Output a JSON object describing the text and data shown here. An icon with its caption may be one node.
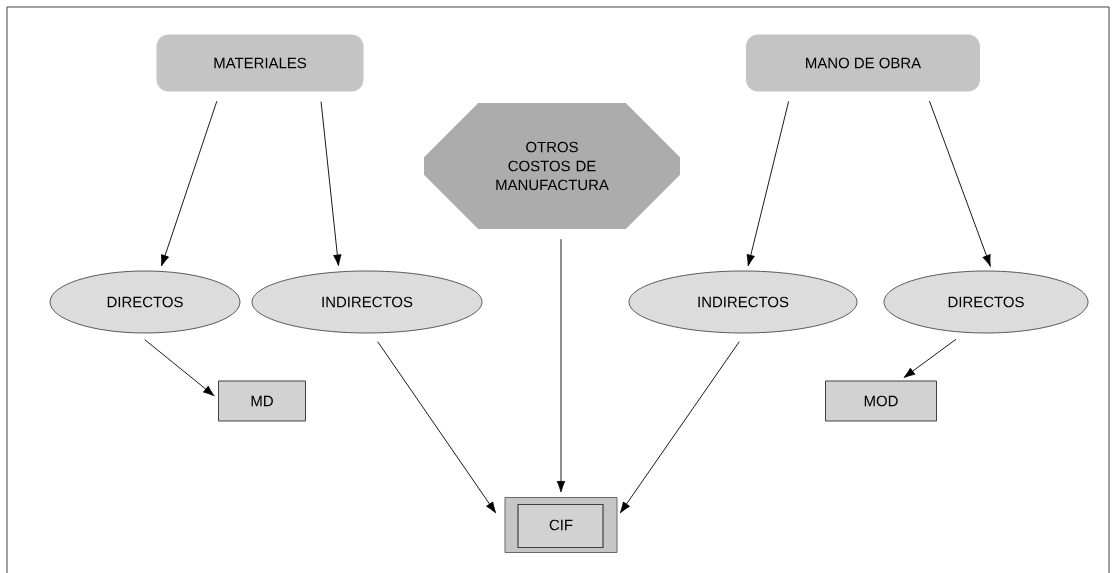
{
  "diagram": {
    "nodes": [
      {
        "text": [
          "MATERIALES"
        ]
      },
      {
        "text": [
          "MANO DE OBRA"
        ]
      },
      {
        "text": [
          "OTROS COSTOS DE MANUFACTURA"
        ]
      },
      {
        "text": [
          "DIRECTOS"
        ]
      },
      {
        "text": [
          "INDIRECTOS"
        ]
      },
      {
        "text": [
          "INDIRECTOS"
        ]
      },
      {
        "text": [
          "DIRECTOS"
        ]
      },
      {
        "text": [
          "MD"
        ]
      },
      {
        "text": [
          "MOD"
        ]
      },
      {
        "text": [
          "CIF"
        ]
      }
    ],
    "edges": [
      {
        "from": 0,
        "to": 3,
        "arrow": "to"
      },
      {
        "from": 0,
        "to": 4,
        "arrow": "to"
      },
      {
        "from": 1,
        "to": 5,
        "arrow": "to"
      },
      {
        "from": 1,
        "to": 6,
        "arrow": "to"
      },
      {
        "from": 3,
        "to": 7,
        "arrow": "to"
      },
      {
        "from": 4,
        "to": 9,
        "arrow": "to"
      },
      {
        "from": 2,
        "to": 9,
        "arrow": "to"
      },
      {
        "from": 5,
        "to": 9,
        "arrow": "to"
      },
      {
        "from": 6,
        "to": 8,
        "arrow": "to"
      }
    ]
  }
}
